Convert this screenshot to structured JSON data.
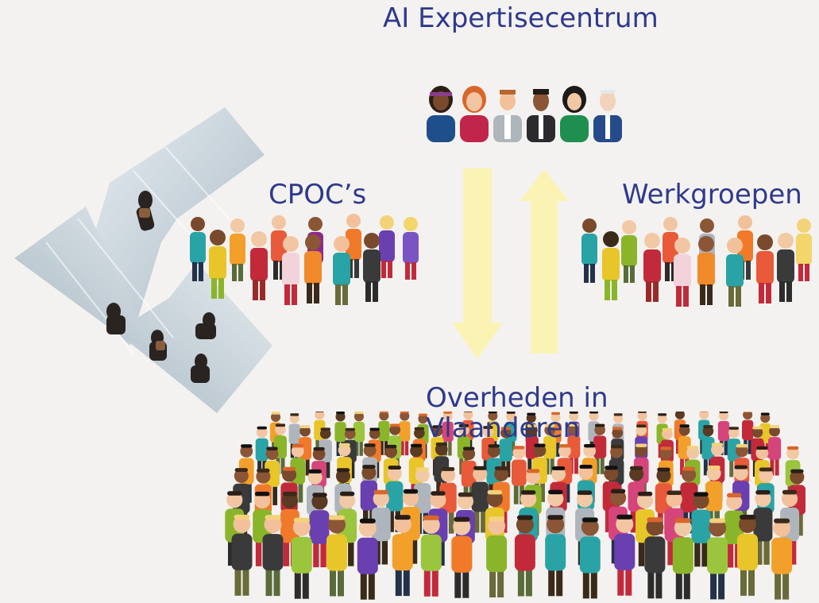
{
  "diagram": {
    "title": "AI Expertisecentrum",
    "left_group_label": "CPOC’s",
    "right_group_label": "Werkgroepen",
    "bottom_group_label": "Overheden in Vlaanderen"
  },
  "colors": {
    "label_text": "#2e3a8c",
    "arrow_fill": "#fbf3b4",
    "background": "#f4f2f0"
  },
  "icons": {
    "arrow_down": "arrow-down-icon",
    "arrow_up": "arrow-up-icon",
    "expert_group": "expert-group-icon",
    "crowd": "crowd-icon",
    "photo": "walking-people-photo"
  }
}
